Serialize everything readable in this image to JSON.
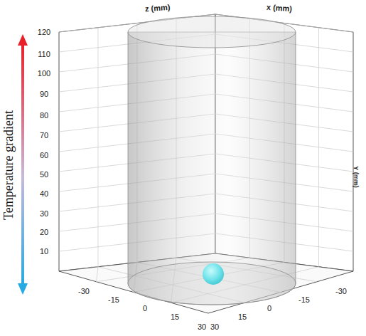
{
  "diagram": {
    "labels": [
      "Temperature gradient",
      "z (mm)",
      "x (mm)",
      "Y (mm)",
      "120",
      "110",
      "100",
      "90",
      "80",
      "70",
      "60",
      "50",
      "40",
      "30",
      "20",
      "10",
      "-30",
      "-15",
      "0",
      "15",
      "30",
      "30",
      "15",
      "0",
      "-15",
      "-30"
    ]
  }
}
